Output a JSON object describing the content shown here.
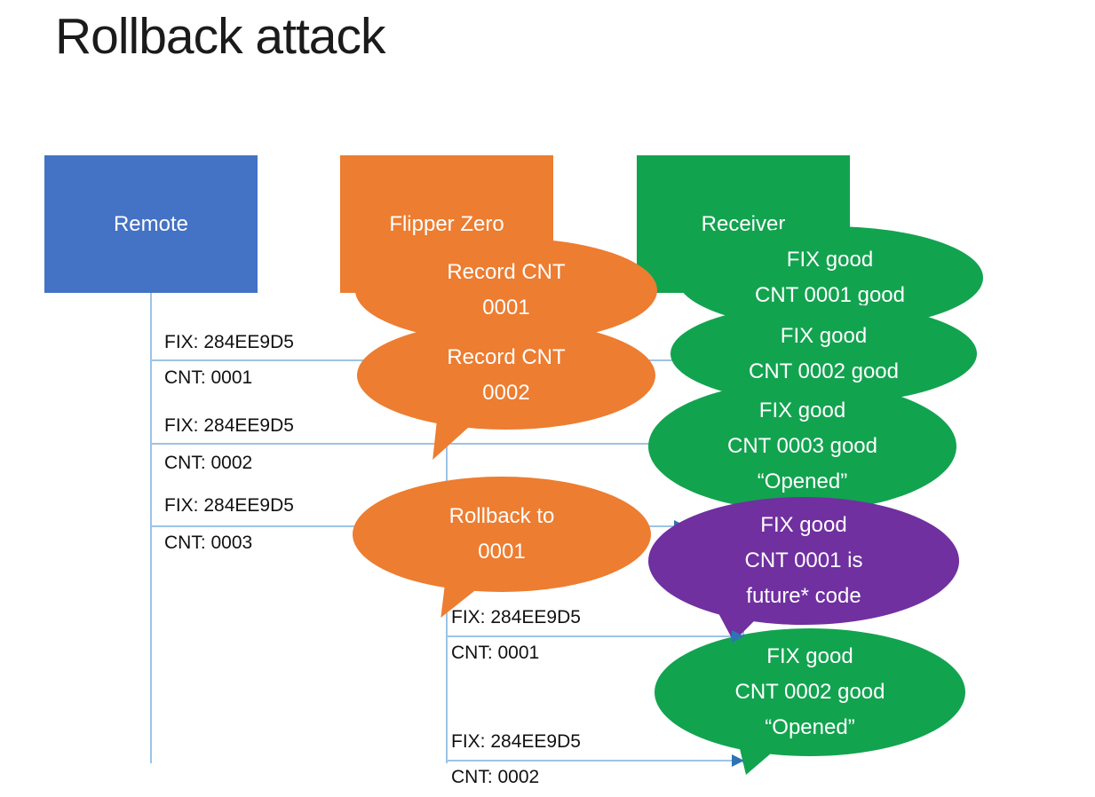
{
  "title": "Rollback attack",
  "colors": {
    "blue": "#4472C4",
    "orange": "#ED7D31",
    "green": "#12A34F",
    "purple": "#7030A0",
    "line": "#9DC3E6",
    "arrow": "#2E74B5"
  },
  "actors": [
    {
      "label": "Remote",
      "color": "#4472C4"
    },
    {
      "label": "Flipper Zero",
      "color": "#ED7D31"
    },
    {
      "label": "Receiver",
      "color": "#12A34F"
    }
  ],
  "messages": [
    {
      "fix": "FIX: 284EE9D5",
      "cnt": "CNT: 0001"
    },
    {
      "fix": "FIX: 284EE9D5",
      "cnt": "CNT: 0002"
    },
    {
      "fix": "FIX: 284EE9D5",
      "cnt": "CNT: 0003"
    },
    {
      "fix": "FIX: 284EE9D5",
      "cnt": "CNT: 0001"
    },
    {
      "fix": "FIX: 284EE9D5",
      "cnt": "CNT: 0002"
    }
  ],
  "callouts": [
    {
      "color": "#ED7D31",
      "lines": [
        "Record CNT",
        "0001"
      ]
    },
    {
      "color": "#ED7D31",
      "lines": [
        "Record CNT",
        "0002"
      ]
    },
    {
      "color": "#ED7D31",
      "lines": [
        "Rollback to",
        "0001"
      ]
    },
    {
      "color": "#12A34F",
      "lines": [
        "FIX good",
        "CNT 0001 good"
      ]
    },
    {
      "color": "#12A34F",
      "lines": [
        "FIX good",
        "CNT 0002 good"
      ]
    },
    {
      "color": "#12A34F",
      "lines": [
        "FIX good",
        "CNT 0003 good",
        "“Opened”"
      ]
    },
    {
      "color": "#7030A0",
      "lines": [
        "FIX good",
        "CNT 0001 is",
        "future* code"
      ]
    },
    {
      "color": "#12A34F",
      "lines": [
        "FIX good",
        "CNT 0002 good",
        "“Opened”"
      ]
    }
  ]
}
